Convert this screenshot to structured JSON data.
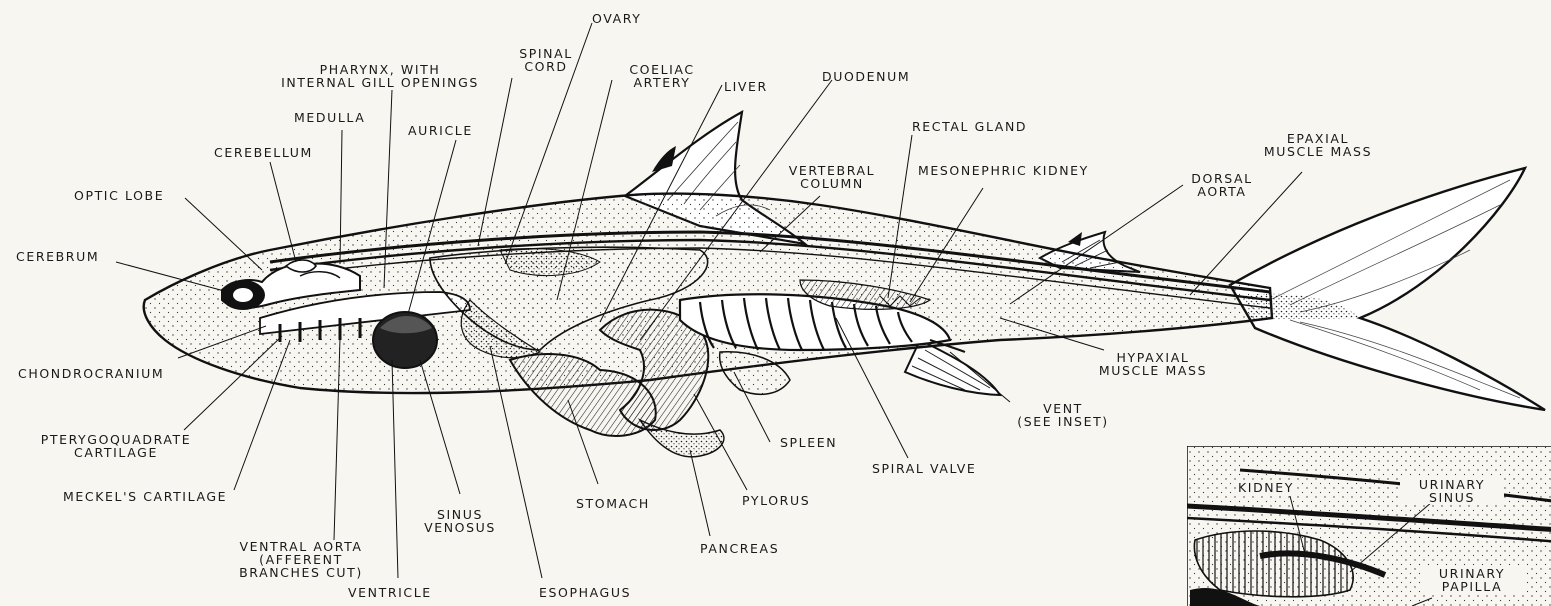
{
  "labels": {
    "ovary": "OVARY",
    "spinal_cord": "SPINAL\nCORD",
    "pharynx": "PHARYNX, WITH\nINTERNAL GILL OPENINGS",
    "coeliac_artery": "COELIAC\nARTERY",
    "liver": "LIVER",
    "duodenum": "DUODENUM",
    "medulla": "MEDULLA",
    "auricle": "AURICLE",
    "rectal_gland": "RECTAL GLAND",
    "epaxial": "EPAXIAL\nMUSCLE MASS",
    "cerebellum": "CEREBELLUM",
    "vertebral_column": "VERTEBRAL\nCOLUMN",
    "mesonephric_kidney": "MESONEPHRIC KIDNEY",
    "dorsal_aorta": "DORSAL\nAORTA",
    "optic_lobe": "OPTIC LOBE",
    "cerebrum": "CEREBRUM",
    "chondrocranium": "CHONDROCRANIUM",
    "hypaxial": "HYPAXIAL\nMUSCLE MASS",
    "vent": "VENT\n(SEE INSET)",
    "pterygoquadrate": "PTERYGOQUADRATE\nCARTILAGE",
    "spleen": "SPLEEN",
    "spiral_valve": "SPIRAL VALVE",
    "meckels": "MECKEL'S CARTILAGE",
    "sinus_venosus": "SINUS\nVENOSUS",
    "stomach": "STOMACH",
    "pylorus": "PYLORUS",
    "ventral_aorta": "VENTRAL AORTA\n(AFFERENT\nBRANCHES CUT)",
    "pancreas": "PANCREAS",
    "ventricle": "VENTRICLE",
    "esophagus": "ESOPHAGUS"
  },
  "inset": {
    "kidney": "KIDNEY",
    "urinary_sinus": "URINARY\nSINUS",
    "urinary_papilla": "URINARY\nPAPILLA"
  }
}
